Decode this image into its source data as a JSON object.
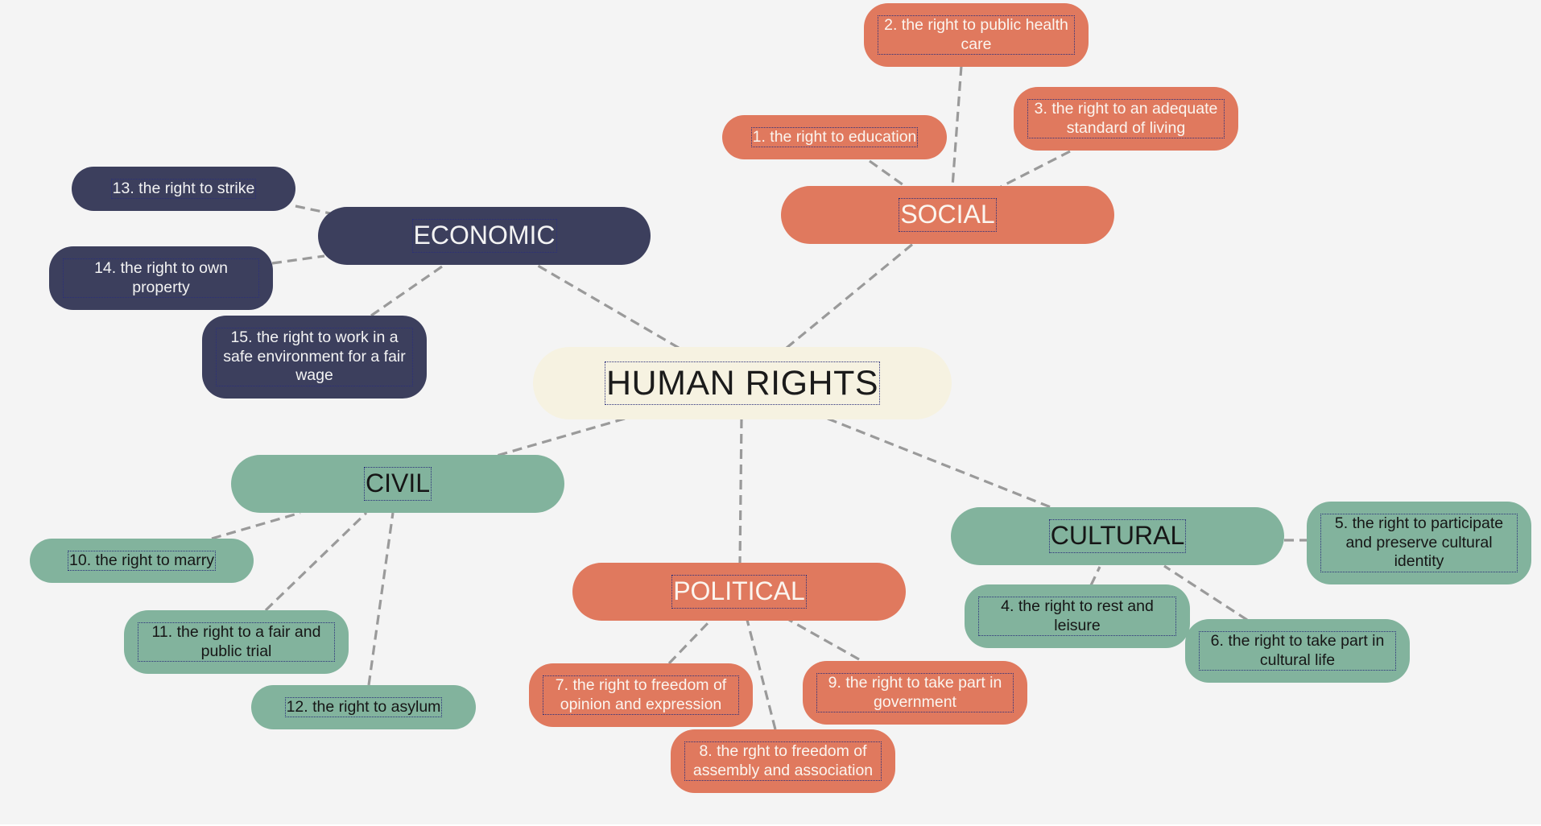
{
  "diagram": {
    "colors": {
      "background": "#f4f4f4",
      "hub": "#f6f2e1",
      "economic": "#3c3f5d",
      "social_political": "#e0795e",
      "civil_cultural": "#82b39d",
      "connector": "#9a9a9a"
    },
    "hub": {
      "label": "HUMAN RIGHTS"
    },
    "categories": {
      "economic": {
        "label": "ECONOMIC"
      },
      "social": {
        "label": "SOCIAL"
      },
      "civil": {
        "label": "CIVIL"
      },
      "political": {
        "label": "POLITICAL"
      },
      "cultural": {
        "label": "CULTURAL"
      }
    },
    "rights": {
      "r1": "1. the right to education",
      "r2": "2. the right to public health care",
      "r3": "3. the right to an adequate standard of living",
      "r4": "4. the right to rest and leisure",
      "r5": "5. the right to participate and preserve cultural identity",
      "r6": "6. the right to take part in cultural life",
      "r7": "7. the right to freedom of opinion and expression",
      "r8": "8. the rght to freedom of assembly and association",
      "r9": "9. the right to take part in government",
      "r10": "10. the right to marry",
      "r11": "11. the right to a fair and public trial",
      "r12": "12. the right to asylum",
      "r13": "13. the right to strike",
      "r14": "14. the right to own property",
      "r15": "15. the right to work in a safe environment for a fair wage"
    }
  }
}
